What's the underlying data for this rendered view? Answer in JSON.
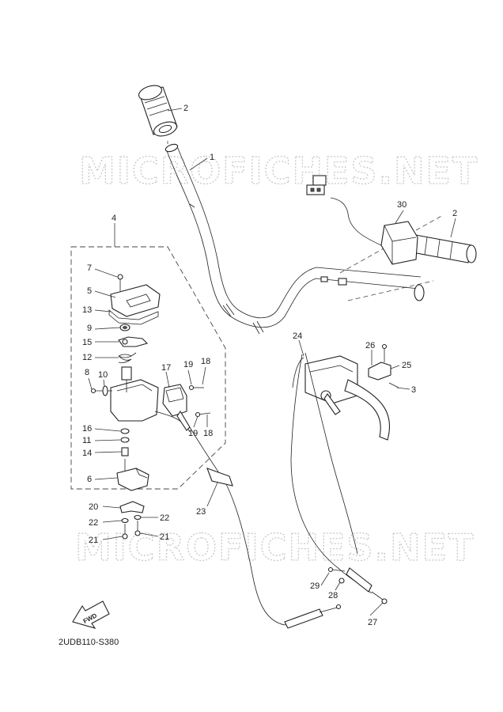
{
  "watermark": "MICROFICHES.NET",
  "diagram_code": "2UDB110-S380",
  "fwd_label": "FWD",
  "callouts": {
    "c1": "1",
    "c2a": "2",
    "c2b": "2",
    "c3": "3",
    "c4": "4",
    "c5": "5",
    "c6": "6",
    "c7": "7",
    "c8": "8",
    "c9": "9",
    "c10": "10",
    "c11": "11",
    "c12": "12",
    "c13": "13",
    "c14": "14",
    "c15": "15",
    "c16": "16",
    "c17": "17",
    "c18a": "18",
    "c18b": "18",
    "c19a": "19",
    "c19b": "19",
    "c20": "20",
    "c21a": "21",
    "c21b": "21",
    "c22a": "22",
    "c22b": "22",
    "c23": "23",
    "c24": "24",
    "c25": "25",
    "c26": "26",
    "c27": "27",
    "c28": "28",
    "c29": "29",
    "c30": "30"
  }
}
